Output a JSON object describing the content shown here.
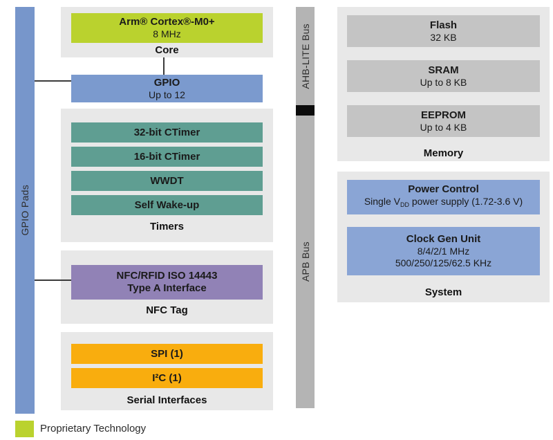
{
  "diagram": {
    "gpio_pads_bar": {
      "label": "GPIO Pads"
    },
    "bus_bar": {
      "top_label": "AHB-LITE Bus",
      "bottom_label": "APB Bus"
    },
    "core_group": {
      "label": "Core",
      "block": {
        "title": "Arm® Cortex®-M0+",
        "subtitle": "8 MHz"
      }
    },
    "gpio_block": {
      "title": "GPIO",
      "subtitle": "Up to 12"
    },
    "timers_group": {
      "label": "Timers",
      "blocks": [
        "32-bit CTimer",
        "16-bit CTimer",
        "WWDT",
        "Self Wake-up"
      ]
    },
    "nfc_group": {
      "label": "NFC Tag",
      "block": {
        "title": "NFC/RFID ISO 14443",
        "subtitle": "Type A Interface"
      }
    },
    "serial_group": {
      "label": "Serial Interfaces",
      "blocks": [
        "SPI (1)",
        "I²C (1)"
      ]
    },
    "memory_group": {
      "label": "Memory",
      "blocks": [
        {
          "title": "Flash",
          "subtitle": "32 KB"
        },
        {
          "title": "SRAM",
          "subtitle": "Up to 8 KB"
        },
        {
          "title": "EEPROM",
          "subtitle": "Up to 4 KB"
        }
      ]
    },
    "system_group": {
      "label": "System",
      "power_block": {
        "title": "Power Control",
        "sub_pre": "Single V",
        "sub_sub": "DD",
        "sub_post": " power supply (1.72-3.6 V)"
      },
      "clock_block": {
        "title": "Clock Gen Unit",
        "line2": "8/4/2/1 MHz",
        "line3": "500/250/125/62.5 KHz"
      }
    },
    "legend": {
      "label": "Proprietary Technology",
      "swatch_color": "#bad22e"
    },
    "colors": {
      "proprietary_lime": "#bad22e",
      "peripheral_blue": "#7b9ace",
      "system_blue": "#8aa5d5",
      "timer_teal": "#5f9e92",
      "nfc_purple": "#9182b6",
      "serial_orange": "#f9ad0e",
      "memory_gray": "#c4c4c4",
      "group_background": "#e8e8e8",
      "bus_gray": "#b4b4b4"
    }
  }
}
